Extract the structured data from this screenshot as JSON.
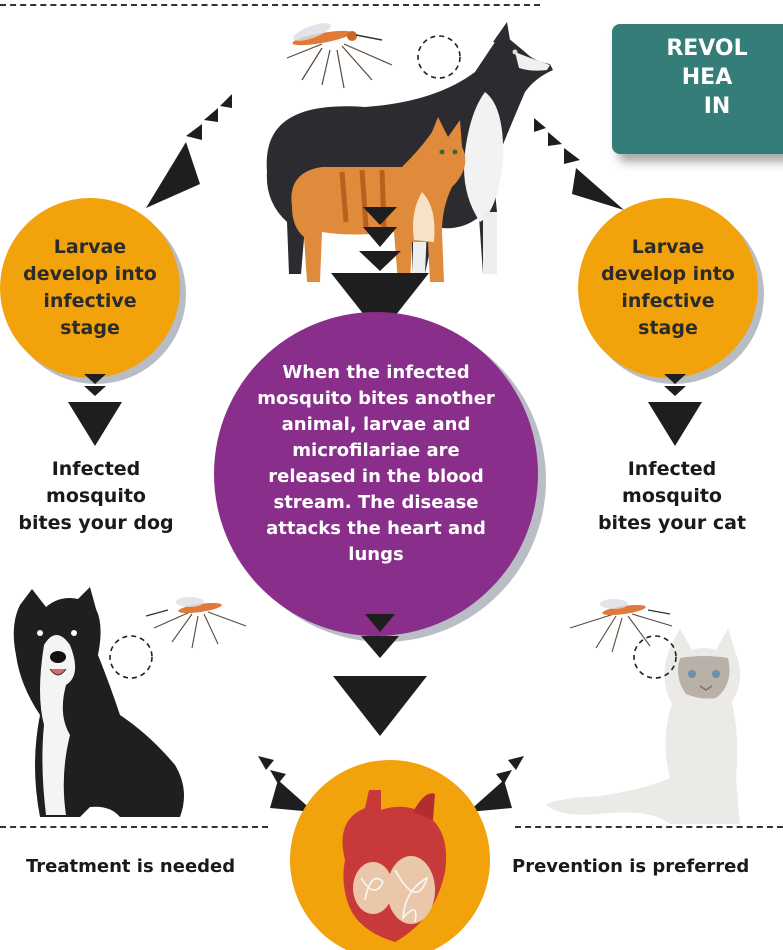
{
  "title": {
    "lines": [
      "REVOL",
      "HEA",
      "IN"
    ]
  },
  "left_circle": {
    "lines": [
      "Larvae",
      "develop into",
      "infective",
      "stage"
    ]
  },
  "right_circle": {
    "lines": [
      "Larvae",
      "develop into",
      "infective",
      "stage"
    ]
  },
  "center_circle": {
    "lines": [
      "When the infected",
      "mosquito bites another",
      "animal, larvae and",
      "microfilariae are",
      "released in the blood",
      "stream. The disease",
      "attacks the heart and",
      "lungs"
    ]
  },
  "left_label": {
    "lines": [
      "Infected",
      "mosquito",
      "bites your dog"
    ]
  },
  "right_label": {
    "lines": [
      "Infected",
      "mosquito",
      "bites your cat"
    ]
  },
  "bottom": {
    "treatment": "Treatment is needed",
    "prevention": "Prevention is preferred"
  },
  "colors": {
    "teal": "#357d79",
    "orange": "#f2a20a",
    "purple": "#8a2e8b",
    "arrow": "#1e1e1e"
  },
  "illustrations": [
    "mosquito-icon",
    "husky-dog-image",
    "orange-cat-image",
    "border-collie-image",
    "white-cat-image",
    "heart-image"
  ]
}
